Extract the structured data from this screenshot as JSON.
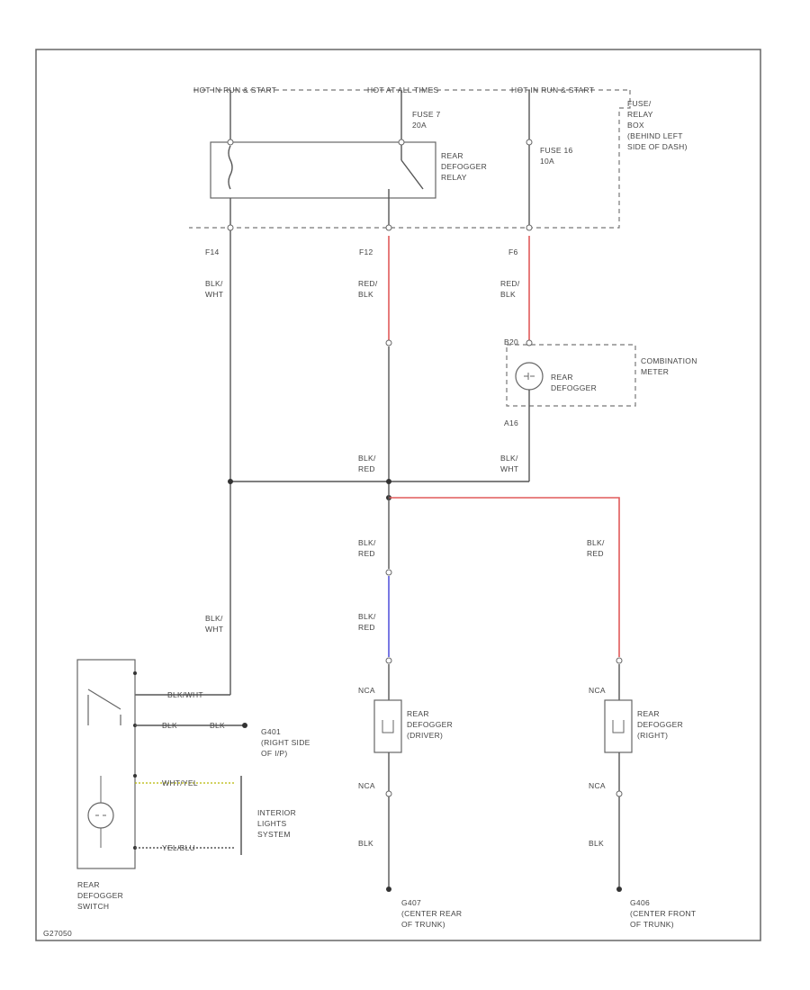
{
  "colors": {
    "wire": "#555555",
    "red_wire": "#e05a5a",
    "blue_wire": "#6a6ae0",
    "yellow_label": "#b8b800",
    "frame": "#666666"
  },
  "top_bus": {
    "hot_run_start": "HOT IN RUN & START",
    "hot_always": "HOT AT ALL TIMES",
    "hot_run_start_2": "HOT IN RUN & START"
  },
  "fuse_box": {
    "line1": "FUSE/",
    "line2": "RELAY",
    "line3": "BOX",
    "line4": "(BEHIND LEFT",
    "line5": "SIDE OF DASH)"
  },
  "fuse7": {
    "name": "FUSE 7",
    "rating": "20A"
  },
  "fuse16": {
    "name": "FUSE 16",
    "rating": "10A"
  },
  "relay": {
    "line1": "REAR",
    "line2": "DEFOGGER",
    "line3": "RELAY"
  },
  "pins": {
    "f14": "F14",
    "f12": "F12",
    "f6": "F6",
    "b20": "B20",
    "a16": "A16"
  },
  "wires": {
    "blk_wht_1": [
      "BLK/",
      "WHT"
    ],
    "red_blk_1": [
      "RED/",
      "BLK"
    ],
    "red_blk_2": [
      "RED/",
      "BLK"
    ],
    "blk_red_1": [
      "BLK/",
      "RED"
    ],
    "blk_wht_2": [
      "BLK/",
      "WHT"
    ],
    "blk_red_2": [
      "BLK/",
      "RED"
    ],
    "blk_red_3": [
      "BLK/",
      "RED"
    ],
    "blk_red_4": [
      "BLK/",
      "RED"
    ],
    "blk_wht_3": [
      "BLK/",
      "WHT"
    ]
  },
  "combination_meter": {
    "lamp_line1": "REAR",
    "lamp_line2": "DEFOGGER",
    "meter_line1": "COMBINATION",
    "meter_line2": "METER"
  },
  "defogger_driver": {
    "nca_top": "NCA",
    "line1": "REAR",
    "line2": "DEFOGGER",
    "line3": "(DRIVER)",
    "nca_bottom": "NCA",
    "wire": "BLK"
  },
  "defogger_passenger": {
    "nca_top": "NCA",
    "line1": "REAR",
    "line2": "DEFOGGER",
    "line3": "(RIGHT)",
    "nca_bottom": "NCA",
    "wire": "BLK"
  },
  "grounds": {
    "g407_line1": "G407",
    "g407_line2": "(CENTER REAR",
    "g407_line3": "OF TRUNK)",
    "g406_line1": "G406",
    "g406_line2": "(CENTER FRONT",
    "g406_line3": "OF TRUNK)",
    "g401_line1": "G401",
    "g401_line2": "(RIGHT SIDE",
    "g401_line3": "OF I/P)"
  },
  "switch": {
    "wire1": "BLK/WHT",
    "wire2": "BLK",
    "wire3": "BLK",
    "wire4": "WHT/YEL",
    "wire5": "YEL/BLU",
    "line1": "REAR",
    "line2": "DEFOGGER",
    "line3": "SWITCH"
  },
  "exterior_lights": {
    "line1": "INTERIOR",
    "line2": "LIGHTS",
    "line3": "SYSTEM"
  },
  "footer_code": "G27050"
}
